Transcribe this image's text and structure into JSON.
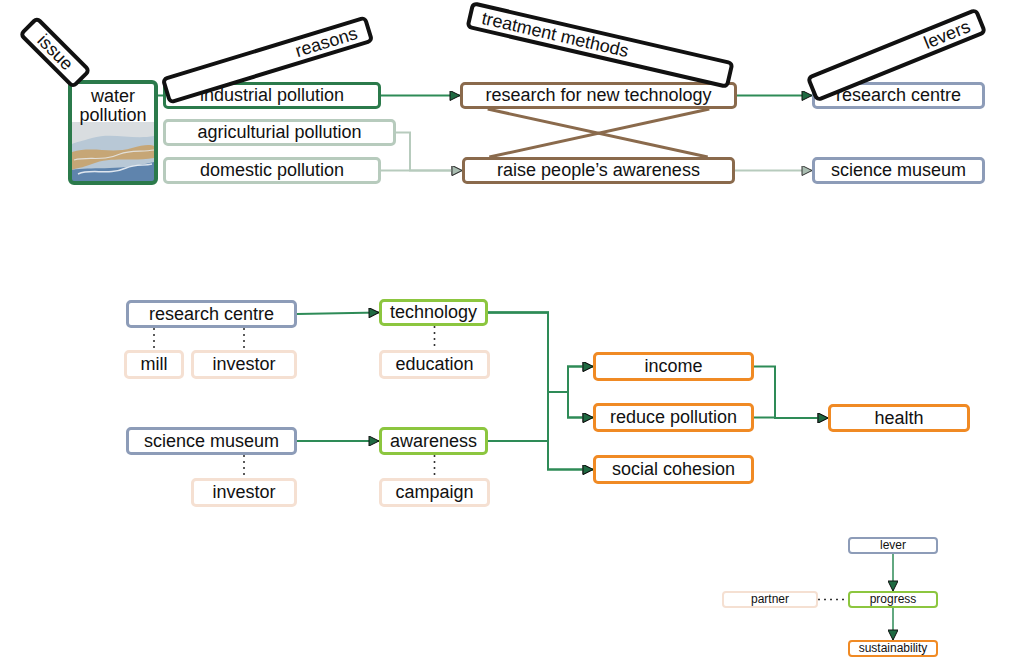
{
  "diagram": {
    "nodes": [
      {
        "text": [
          "issue"
        ]
      },
      {
        "text": [
          "reasons"
        ]
      },
      {
        "text": [
          "treatment methods"
        ]
      },
      {
        "text": [
          "levers"
        ]
      },
      {
        "text": [
          "water pollution"
        ]
      },
      {
        "text": [
          "industrial pollution"
        ]
      },
      {
        "text": [
          "agriculturial pollution"
        ]
      },
      {
        "text": [
          "domestic pollution"
        ]
      },
      {
        "text": [
          "research for new technology"
        ]
      },
      {
        "text": [
          "raise people’s awareness"
        ]
      },
      {
        "text": [
          "research centre"
        ]
      },
      {
        "text": [
          "science museum"
        ]
      },
      {
        "text": [
          "research centre"
        ]
      },
      {
        "text": [
          "mill"
        ]
      },
      {
        "text": [
          "investor"
        ]
      },
      {
        "text": [
          "technology"
        ]
      },
      {
        "text": [
          "education"
        ]
      },
      {
        "text": [
          "science museum"
        ]
      },
      {
        "text": [
          "investor"
        ]
      },
      {
        "text": [
          "awareness"
        ]
      },
      {
        "text": [
          "campaign"
        ]
      },
      {
        "text": [
          "income"
        ]
      },
      {
        "text": [
          "reduce pollution"
        ]
      },
      {
        "text": [
          "social cohesion"
        ]
      },
      {
        "text": [
          "health"
        ]
      },
      {
        "text": [
          "lever"
        ]
      },
      {
        "text": [
          "partner"
        ]
      },
      {
        "text": [
          "progress"
        ]
      },
      {
        "text": [
          "sustainability"
        ]
      }
    ],
    "edges": [
      {
        "from": 4,
        "to": 5,
        "arrow": "none"
      },
      {
        "from": 5,
        "to": 8,
        "arrow": "to"
      },
      {
        "from": 6,
        "to": 9,
        "arrow": "to"
      },
      {
        "from": 7,
        "to": 9,
        "arrow": "to"
      },
      {
        "from": 8,
        "to": 9,
        "arrow": "none"
      },
      {
        "from": 8,
        "to": 9,
        "arrow": "none"
      },
      {
        "from": 8,
        "to": 10,
        "arrow": "to"
      },
      {
        "from": 9,
        "to": 11,
        "arrow": "to"
      },
      {
        "from": 12,
        "to": 13,
        "arrow": "none"
      },
      {
        "from": 12,
        "to": 14,
        "arrow": "none"
      },
      {
        "from": 12,
        "to": 15,
        "arrow": "to"
      },
      {
        "from": 15,
        "to": 16,
        "arrow": "none"
      },
      {
        "from": 17,
        "to": 18,
        "arrow": "none"
      },
      {
        "from": 17,
        "to": 19,
        "arrow": "to"
      },
      {
        "from": 19,
        "to": 20,
        "arrow": "none"
      },
      {
        "from": 15,
        "to": 21,
        "arrow": "to"
      },
      {
        "from": 15,
        "to": 22,
        "arrow": "to"
      },
      {
        "from": 15,
        "to": 23,
        "arrow": "to"
      },
      {
        "from": 19,
        "to": 21,
        "arrow": "to"
      },
      {
        "from": 19,
        "to": 22,
        "arrow": "to"
      },
      {
        "from": 19,
        "to": 23,
        "arrow": "to"
      },
      {
        "from": 21,
        "to": 24,
        "arrow": "to"
      },
      {
        "from": 22,
        "to": 24,
        "arrow": "to"
      },
      {
        "from": 25,
        "to": 27,
        "arrow": "to"
      },
      {
        "from": 27,
        "to": 28,
        "arrow": "to"
      },
      {
        "from": 26,
        "to": 27,
        "arrow": "none"
      }
    ]
  }
}
